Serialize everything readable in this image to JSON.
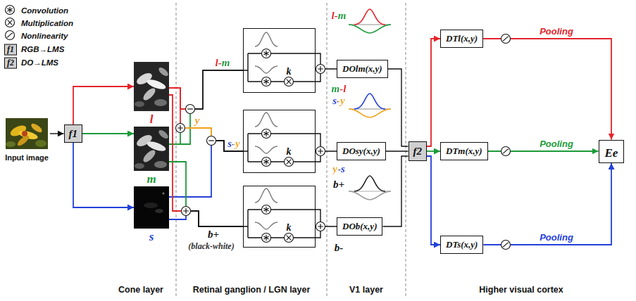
{
  "diagram": {
    "nodes": [
      {
        "text": [
          "Input image"
        ]
      },
      {
        "text": [
          "f1"
        ]
      },
      {
        "text": [
          "l"
        ]
      },
      {
        "text": [
          "m"
        ]
      },
      {
        "text": [
          "s"
        ]
      },
      {
        "text": [
          "k"
        ]
      },
      {
        "text": [
          "k"
        ]
      },
      {
        "text": [
          "k"
        ]
      },
      {
        "text": [
          "DOlm(x,y)"
        ]
      },
      {
        "text": [
          "DOsy(x,y)"
        ]
      },
      {
        "text": [
          "DOb(x,y)"
        ]
      },
      {
        "text": [
          "f2"
        ]
      },
      {
        "text": [
          "DTl(x,y)"
        ]
      },
      {
        "text": [
          "DTm(x,y)"
        ]
      },
      {
        "text": [
          "DTs(x,y)"
        ]
      },
      {
        "text": [
          "Ee"
        ]
      }
    ],
    "edges": [
      {
        "from": 0,
        "to": 1,
        "arrow": "to"
      },
      {
        "from": 1,
        "to": 2,
        "arrow": "to"
      },
      {
        "from": 1,
        "to": 3,
        "arrow": "to"
      },
      {
        "from": 1,
        "to": 4,
        "arrow": "to"
      },
      {
        "from": 2,
        "to": 5,
        "arrow": "none"
      },
      {
        "from": 3,
        "to": 5,
        "arrow": "none"
      },
      {
        "from": 2,
        "to": 6,
        "arrow": "none"
      },
      {
        "from": 3,
        "to": 6,
        "arrow": "none"
      },
      {
        "from": 4,
        "to": 6,
        "arrow": "none"
      },
      {
        "from": 2,
        "to": 7,
        "arrow": "none"
      },
      {
        "from": 3,
        "to": 7,
        "arrow": "none"
      },
      {
        "from": 4,
        "to": 7,
        "arrow": "none"
      },
      {
        "from": 5,
        "to": 8,
        "arrow": "none"
      },
      {
        "from": 6,
        "to": 9,
        "arrow": "none"
      },
      {
        "from": 7,
        "to": 10,
        "arrow": "none"
      },
      {
        "from": 8,
        "to": 11,
        "arrow": "none"
      },
      {
        "from": 9,
        "to": 11,
        "arrow": "none"
      },
      {
        "from": 10,
        "to": 11,
        "arrow": "none"
      },
      {
        "from": 11,
        "to": 12,
        "arrow": "to"
      },
      {
        "from": 11,
        "to": 13,
        "arrow": "to"
      },
      {
        "from": 11,
        "to": 14,
        "arrow": "to"
      },
      {
        "from": 12,
        "to": 15,
        "arrow": "to",
        "label": "Pooling"
      },
      {
        "from": 13,
        "to": 15,
        "arrow": "to",
        "label": "Pooling"
      },
      {
        "from": 14,
        "to": 15,
        "arrow": "to",
        "label": "Pooling"
      }
    ],
    "labels": [
      "f1",
      "f2",
      "l-m",
      "y",
      "s-y",
      "b+",
      "(black-white)",
      "l-m",
      "m-l",
      "s-y",
      "y-s",
      "b+",
      "b-",
      "Cone layer",
      "Retinal ganglion / LGN layer",
      "V1 layer",
      "Higher visual cortex"
    ],
    "legend": [
      {
        "text": "Convolution"
      },
      {
        "text": "Multiplication"
      },
      {
        "text": "Nonlinearity"
      },
      {
        "text": "RGB→LMS"
      },
      {
        "text": "DO→LMS"
      }
    ]
  }
}
